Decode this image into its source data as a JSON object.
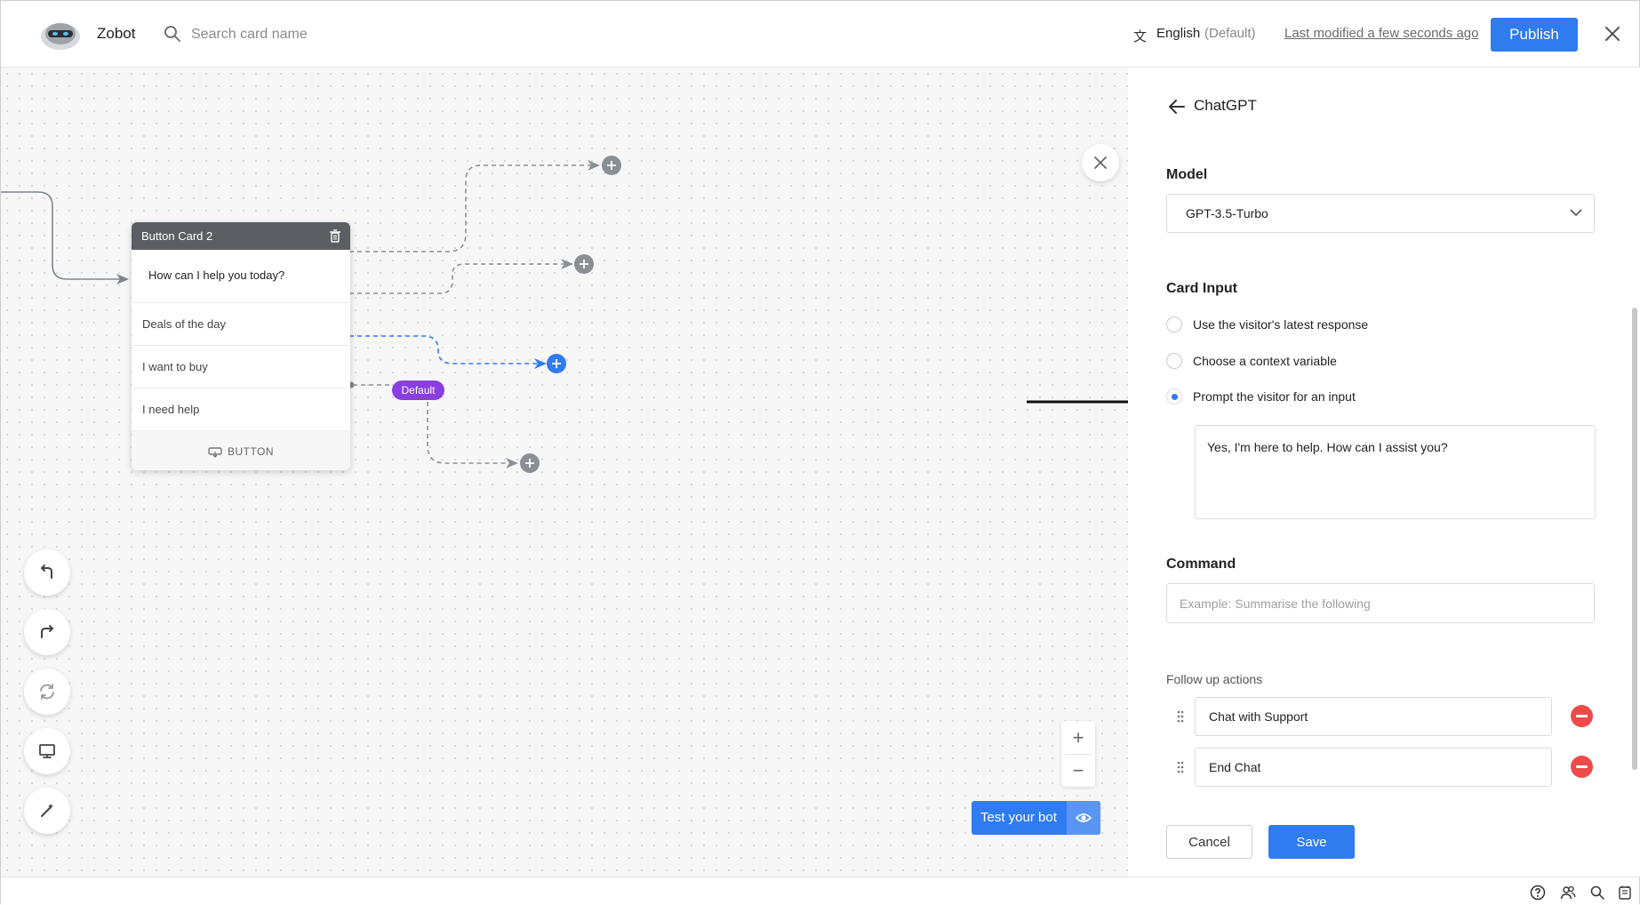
{
  "header": {
    "app_name": "Zobot",
    "search_placeholder": "Search card name",
    "language": "English",
    "language_note": "(Default)",
    "last_modified": "Last modified a few seconds ago",
    "publish_label": "Publish"
  },
  "card": {
    "title": "Button Card 2",
    "question": "How can I help you today?",
    "options": [
      "Deals of the day",
      "I want to buy",
      "I need help"
    ],
    "footer_label": "BUTTON",
    "default_badge": "Default"
  },
  "canvas": {
    "test_bot_label": "Test your bot",
    "zoom_in": "+",
    "zoom_out": "−",
    "tools": [
      "undo-icon",
      "redo-icon",
      "refresh-icon",
      "monitor-icon",
      "magic-wand-icon"
    ]
  },
  "panel": {
    "title": "ChatGPT",
    "model_label": "Model",
    "model_value": "GPT-3.5-Turbo",
    "card_input_label": "Card Input",
    "input_options": [
      {
        "label": "Use the visitor's latest response",
        "selected": false
      },
      {
        "label": "Choose a context variable",
        "selected": false
      },
      {
        "label": "Prompt the visitor for an input",
        "selected": true
      }
    ],
    "prompt_text": "Yes, I'm here to help. How can I assist you?",
    "command_label": "Command",
    "command_placeholder": "Example: Summarise the following",
    "followup_label": "Follow up actions",
    "followups": [
      "Chat with Support",
      "End Chat"
    ],
    "cancel_label": "Cancel",
    "save_label": "Save"
  },
  "colors": {
    "accent": "#2f7bf0",
    "default_badge": "#8a3ee0",
    "remove": "#ef4a4a"
  }
}
